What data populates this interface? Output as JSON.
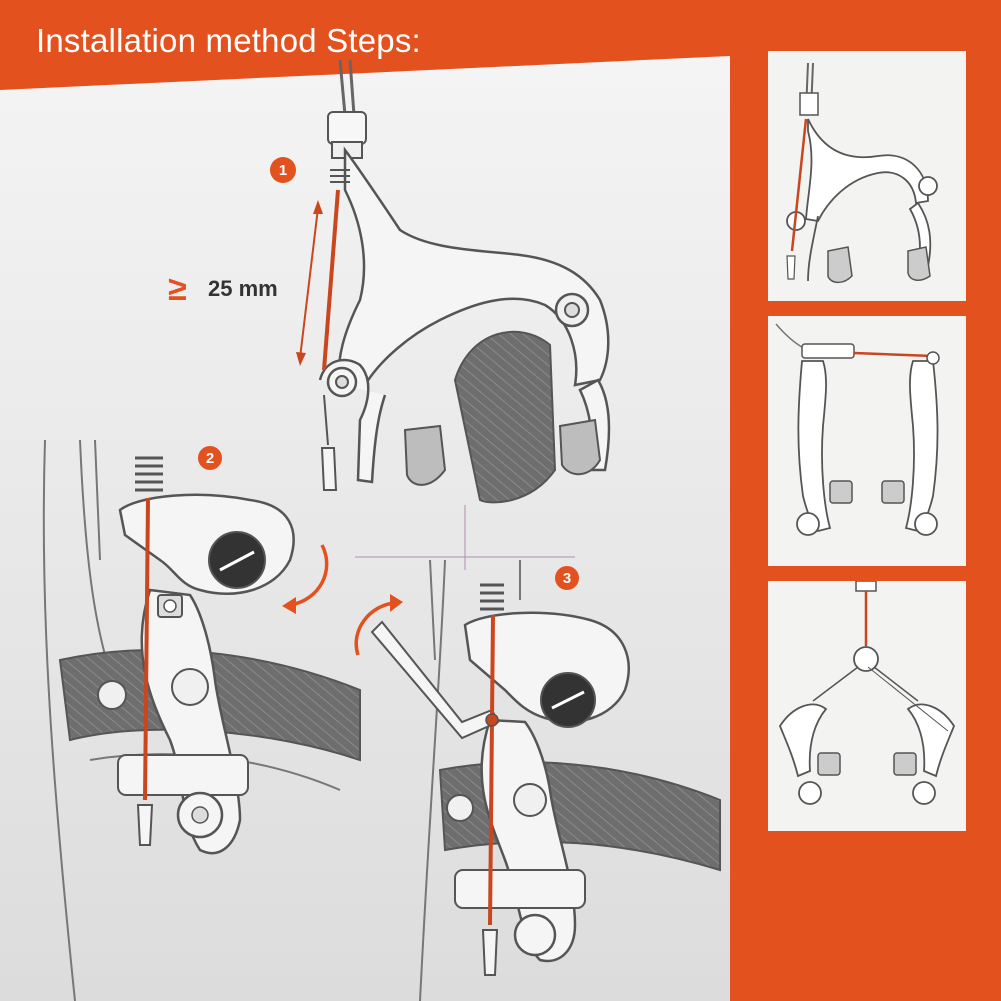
{
  "title": "Installation method Steps:",
  "measurement": {
    "symbol": "≥",
    "value": "25 mm"
  },
  "steps": [
    "1",
    "2",
    "3"
  ],
  "colors": {
    "background": "#e2511e",
    "panel": "#ececec",
    "cable": "#c9461e",
    "step_badge": "#e2511e",
    "metal_stroke": "#555555",
    "tire": "#6b6b6b"
  },
  "icons": [
    "caliper-brake",
    "v-brake",
    "cantilever-brake",
    "hex-key",
    "rotation-arrow"
  ]
}
